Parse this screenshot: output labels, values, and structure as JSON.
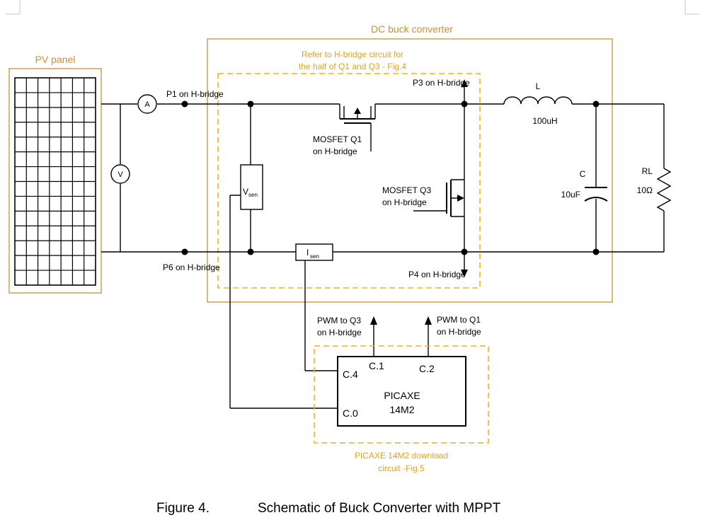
{
  "labels": {
    "pv_panel": "PV panel",
    "dc_buck": "DC buck converter",
    "refer_line1": "Refer to H-bridge circuit for",
    "refer_line2": "the half of Q1 and Q3 - Fig.4",
    "p1": "P1 on H-bridge",
    "p3": "P3 on H-bridge",
    "p4": "P4 on H-bridge",
    "p6": "P6 on H-bridge",
    "ammeter": "A",
    "voltmeter": "V",
    "mosfet_q1_line1": "MOSFET Q1",
    "mosfet_q1_line2": "on H-bridge",
    "mosfet_q3_line1": "MOSFET Q3",
    "mosfet_q3_line2": "on H-bridge",
    "vsen_main": "V",
    "vsen_sub": "sen",
    "isen_main": "I",
    "isen_sub": "sen",
    "inductor_name": "L",
    "inductor_value": "100uH",
    "cap_name": "C",
    "cap_value": "10uF",
    "load_name": "RL",
    "load_value": "10Ω",
    "pwm_q3_line1": "PWM to Q3",
    "pwm_q3_line2": "on H-bridge",
    "pwm_q1_line1": "PWM to Q1",
    "pwm_q1_line2": "on H-bridge",
    "pin_c1": "C.1",
    "pin_c2": "C.2",
    "pin_c4": "C.4",
    "pin_c0": "C.0",
    "pic_line1": "PICAXE",
    "pic_line2": "14M2",
    "download_line1": "PICAXE 14M2 download",
    "download_line2": "circuit -Fig.5",
    "caption_num": "Figure 4.",
    "caption_text": "Schematic of Buck Converter with MPPT"
  },
  "colors": {
    "box_orange": "#c9913a",
    "dashed_yellow": "#f0b41e",
    "wire": "#000000"
  }
}
